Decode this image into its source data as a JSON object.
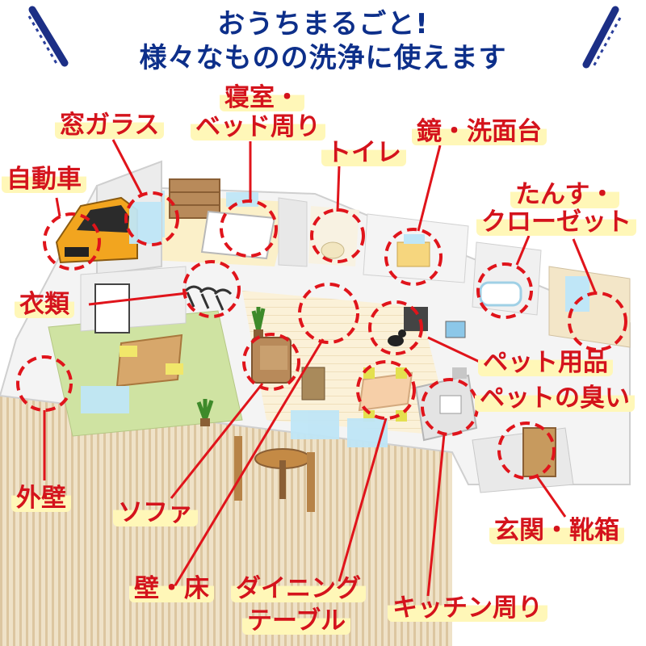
{
  "heading": {
    "line1": "おうちまるごと!",
    "line2": "様々なものの洗浄に使えます"
  },
  "labels": {
    "madoglass": "窓ガラス",
    "shinshitsu_1": "寝室・",
    "shinshitsu_2": "ベッド周り",
    "toilet": "トイレ",
    "kagami": "鏡・洗面台",
    "jidousha": "自動車",
    "tansu_1": "たんす・",
    "tansu_2": "クローゼット",
    "irui": "衣類",
    "pet_1": "ペット用品",
    "pet_2": "ペットの臭い",
    "gaiheki": "外壁",
    "sofa": "ソファ",
    "genkan": "玄関・靴箱",
    "kabe": "壁・床",
    "dining_1": "ダイニング",
    "dining_2": "テーブル",
    "kitchen": "キッチン周り"
  },
  "colors": {
    "title": "#0d2f8a",
    "label": "#d4131c",
    "highlight": "#fff7b8",
    "circle": "#e0141b"
  }
}
